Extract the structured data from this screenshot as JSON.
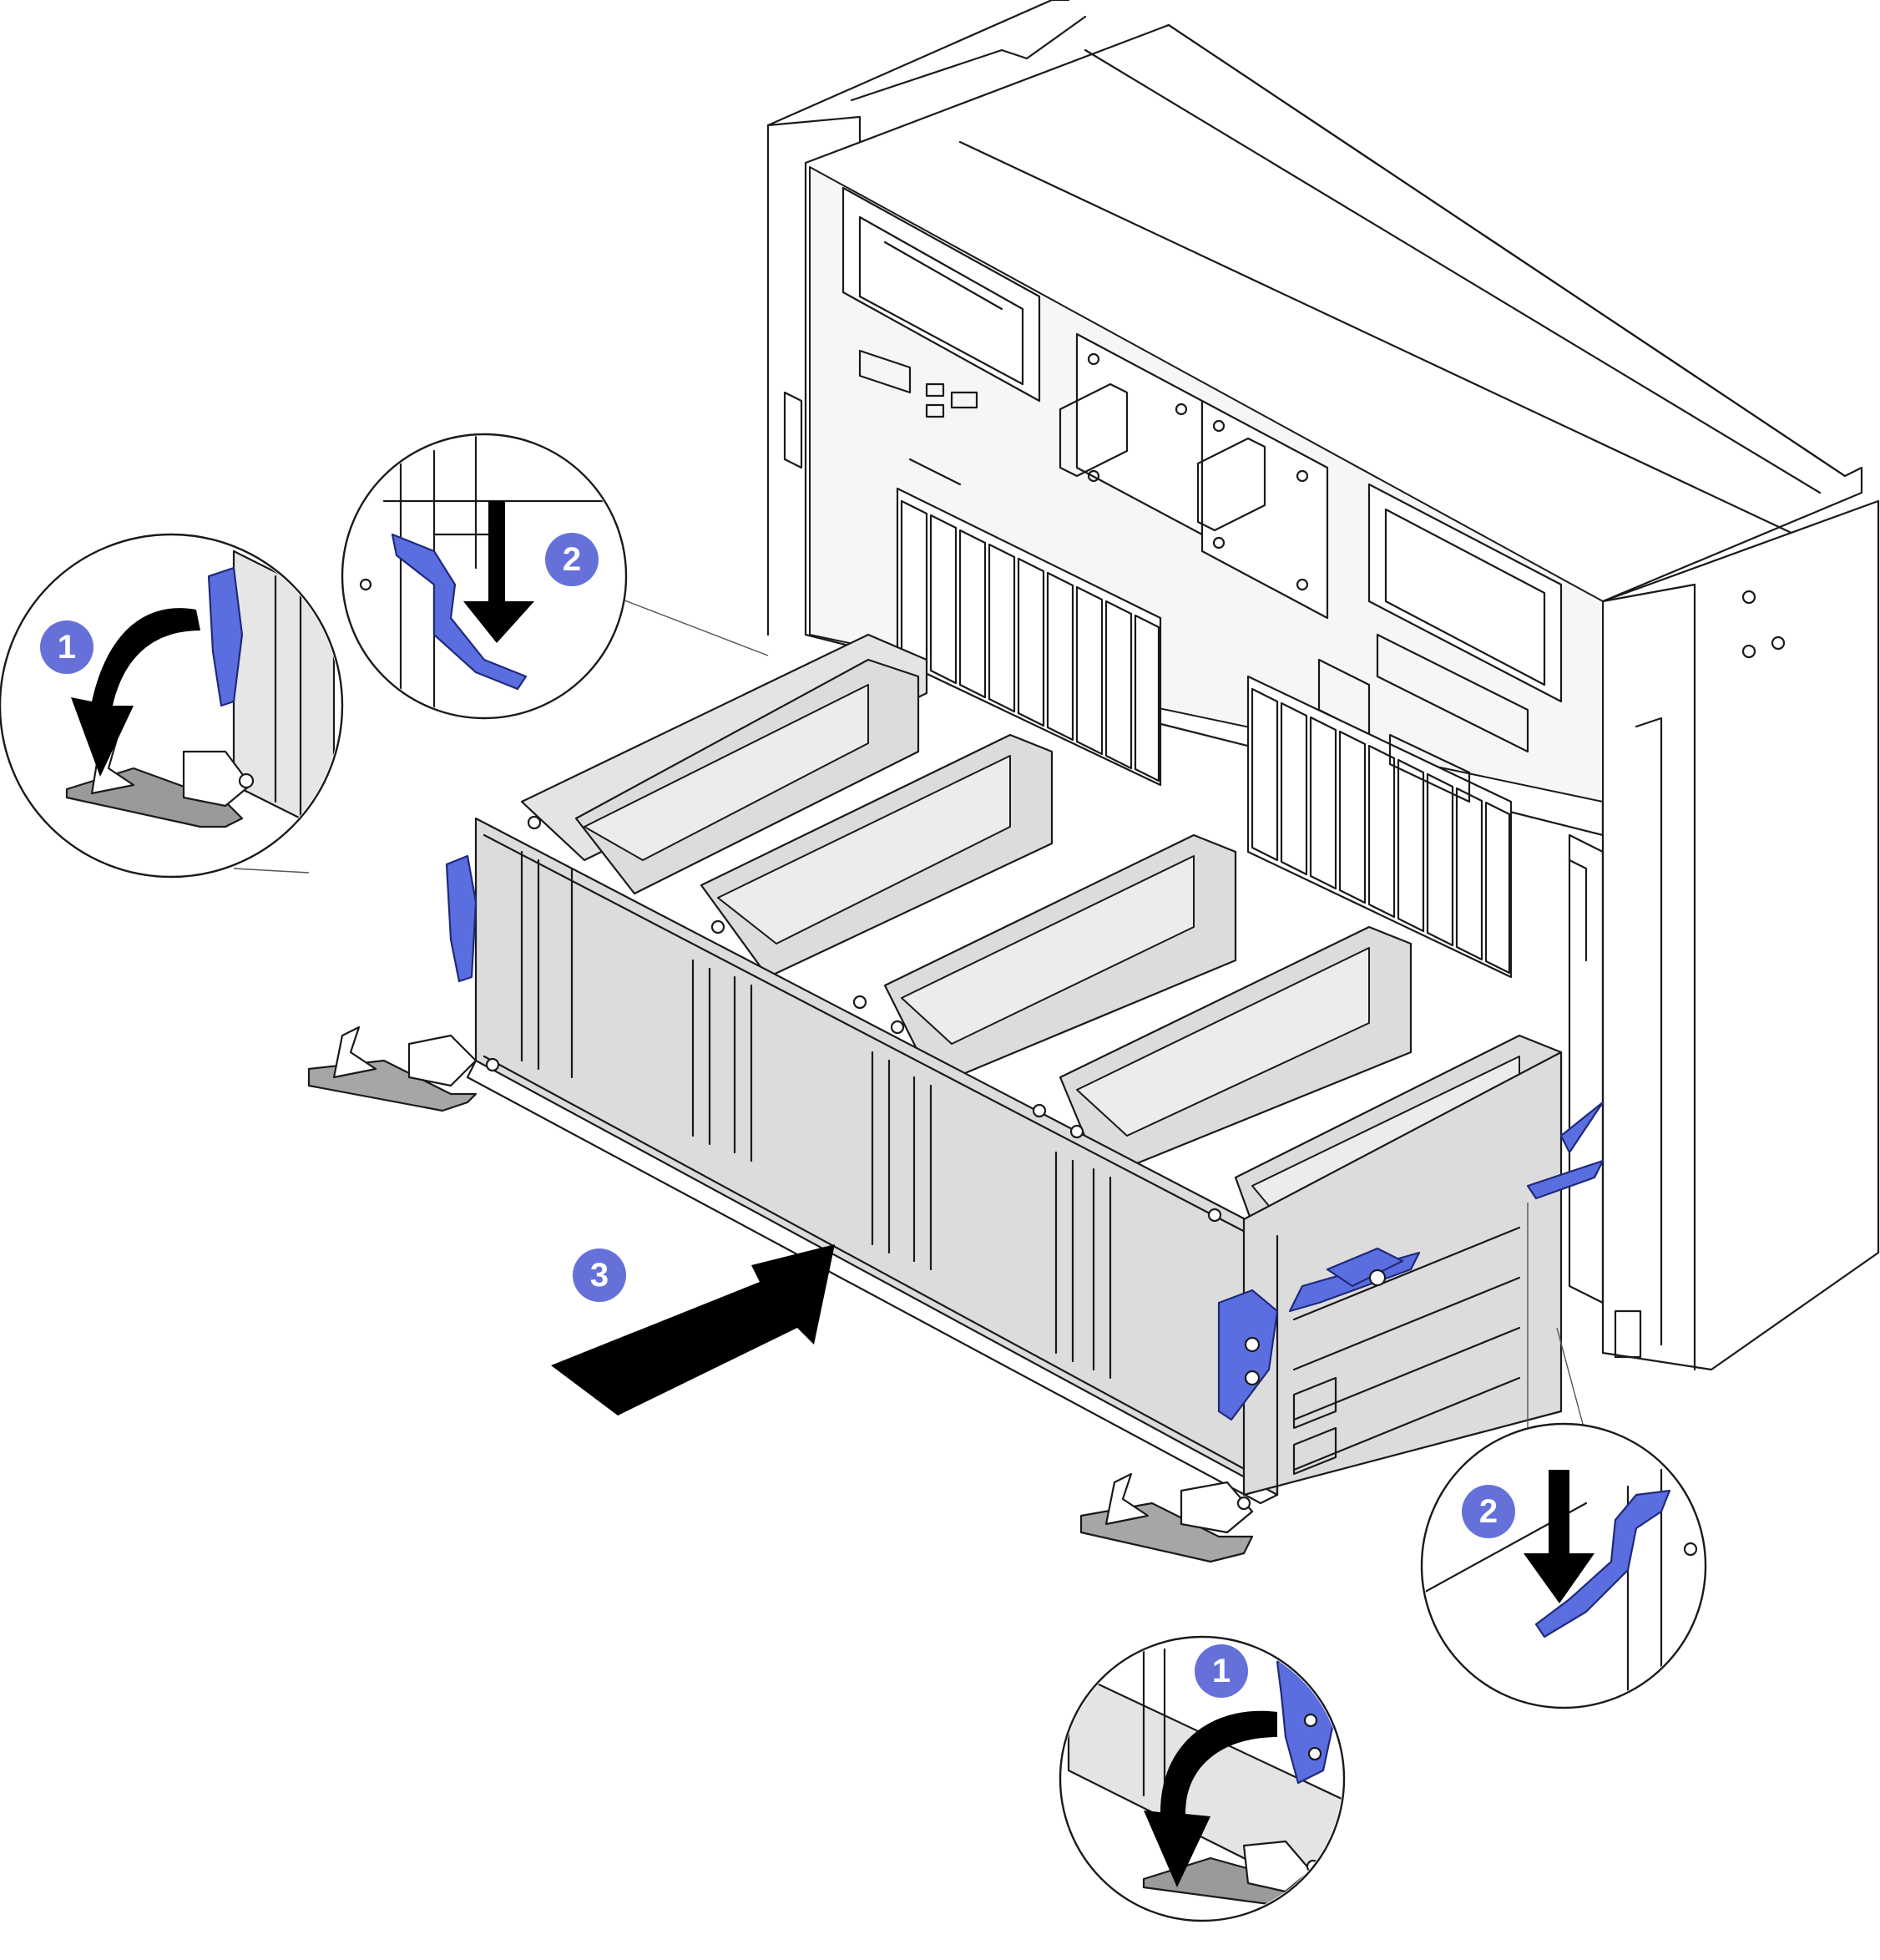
{
  "badges": {
    "step1_left": "1",
    "step2_top": "2",
    "step3": "3",
    "step2_right": "2",
    "step1_bottom": "1"
  },
  "colors": {
    "latch_blue": "#5b6ee0",
    "badge_fill": "#6571d9",
    "panel_gray": "#dcdcdc",
    "arrow_black": "#000000"
  },
  "icons": {
    "rotate_arrow": "curved-arrow-icon",
    "push_arrow": "straight-arrow-icon",
    "press_arrow": "down-arrow-icon"
  }
}
